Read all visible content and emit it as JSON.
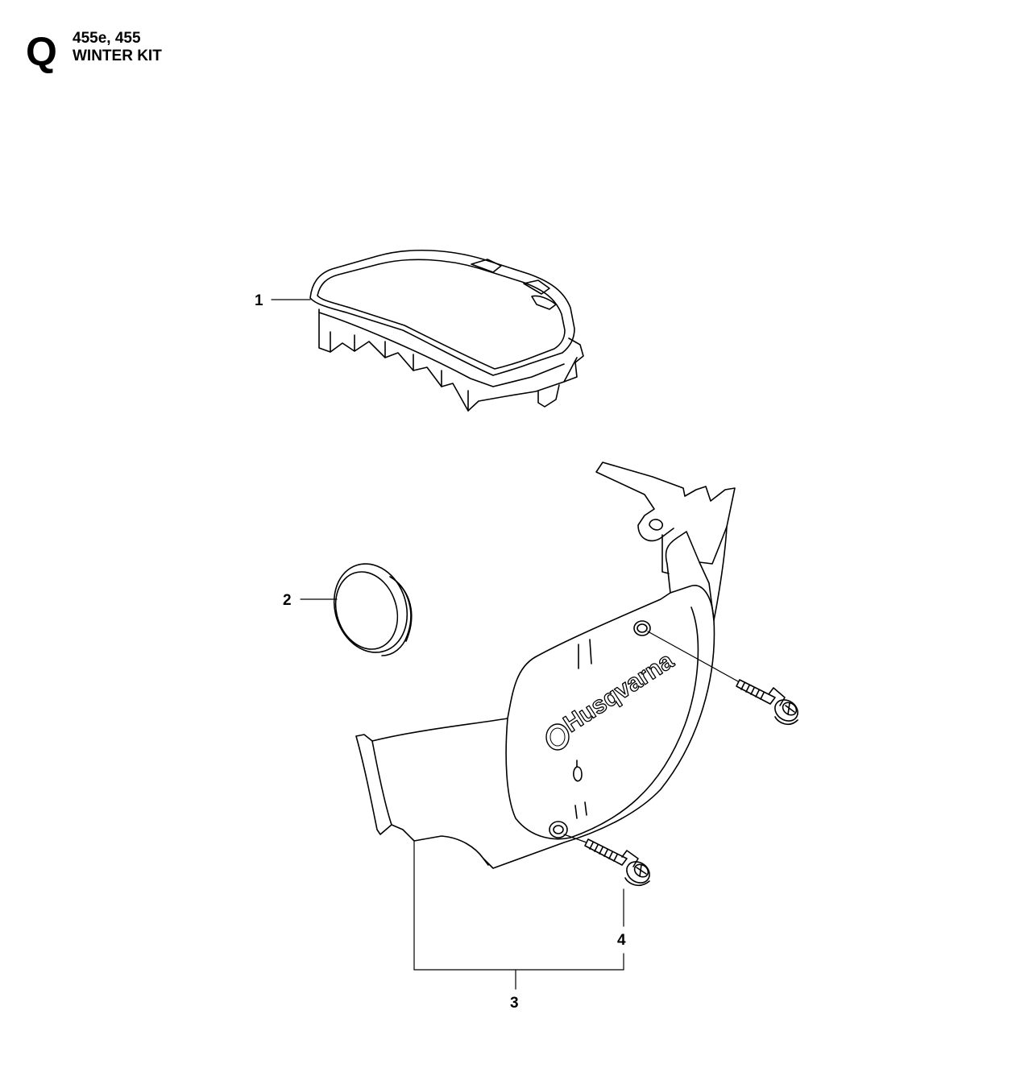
{
  "header": {
    "section_letter": "Q",
    "models": "455e, 455",
    "kit_name": "WINTER KIT"
  },
  "callouts": {
    "c1": "1",
    "c2": "2",
    "c3": "3",
    "c4": "4"
  },
  "parts": {
    "cover_logo": "Husqvarna"
  }
}
